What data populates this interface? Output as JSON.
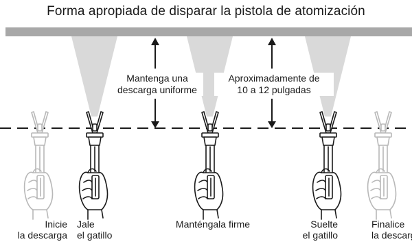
{
  "title": "Forma apropiada de disparar la pistola de atomización",
  "labels": {
    "keep_uniform_line1": "Mantenga una",
    "keep_uniform_line2": "descarga uniforme",
    "distance_line1": "Aproximadamente de",
    "distance_line2": "10 a 12 pulgadas"
  },
  "steps": [
    {
      "line1": "Inicie",
      "line2": "la descarga",
      "faded": true
    },
    {
      "line1": "Jale",
      "line2": "el gatillo",
      "faded": false
    },
    {
      "line1": "Manténgala firme",
      "line2": "",
      "faded": false
    },
    {
      "line1": "Suelte",
      "line2": "el gatillo",
      "faded": false
    },
    {
      "line1": "Finalice",
      "line2": "la descarga",
      "faded": true
    }
  ],
  "colors": {
    "surface_bar": "#a8a8a8",
    "spray": "#d9d9d9",
    "line": "#1a1a1a",
    "faded": "#b8b8b8"
  }
}
